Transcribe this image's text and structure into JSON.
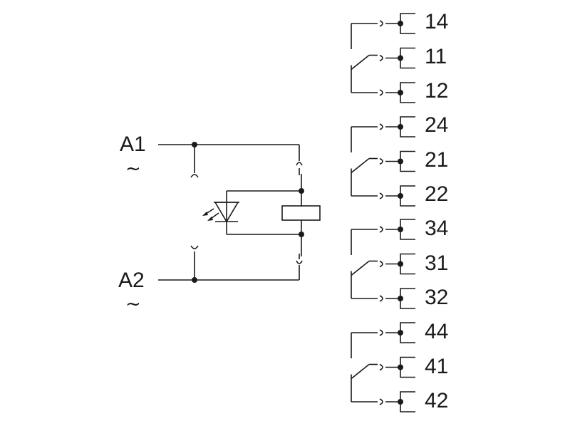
{
  "coil_terminals": [
    {
      "label": "A1",
      "ac_symbol": "~"
    },
    {
      "label": "A2",
      "ac_symbol": "~"
    }
  ],
  "contact_groups": [
    {
      "terminals": [
        "14",
        "11",
        "12"
      ]
    },
    {
      "terminals": [
        "24",
        "21",
        "22"
      ]
    },
    {
      "terminals": [
        "34",
        "31",
        "32"
      ]
    },
    {
      "terminals": [
        "44",
        "41",
        "42"
      ]
    }
  ],
  "colors": {
    "line": "#1a1a1a",
    "background": "#ffffff"
  }
}
